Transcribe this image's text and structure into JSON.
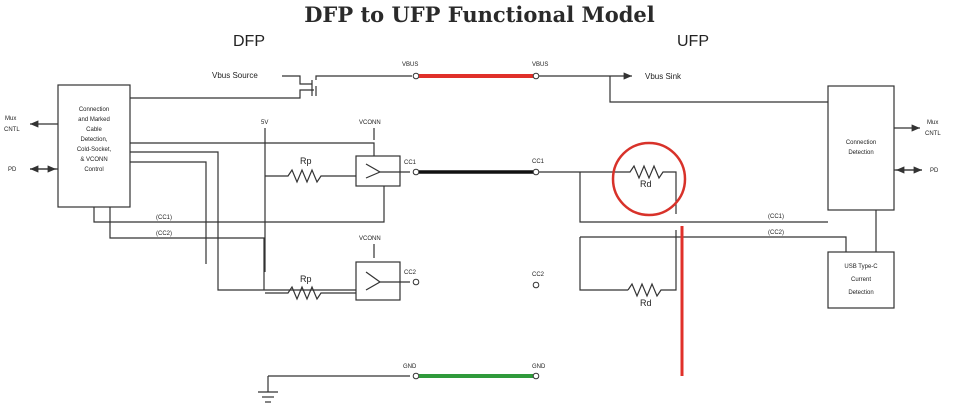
{
  "title": "DFP to UFP Functional Model",
  "dfp_label": "DFP",
  "ufp_label": "UFP",
  "left": {
    "mux_cntl": "Mux CNTL",
    "pd": "PD",
    "control_box": [
      "Connection",
      "and Marked",
      "Cable",
      "Detection,",
      "Cold-Socket,",
      "& VCONN",
      "Control"
    ],
    "vbus_source": "Vbus Source",
    "five_v": "5V",
    "vconn_top": "VCONN",
    "vconn_bottom": "VCONN",
    "rp_top": "Rp",
    "rp_bottom": "Rp",
    "cc1_bus": "(CC1)",
    "cc2_bus": "(CC2)",
    "cc1_pin": "CC1",
    "cc2_pin": "CC2"
  },
  "center": {
    "vbus_left": "VBUS",
    "vbus_right": "VBUS",
    "cc1_right": "CC1",
    "cc2_right": "CC2",
    "gnd_left": "GND",
    "gnd_right": "GND"
  },
  "right": {
    "vbus_sink": "Vbus Sink",
    "rd_top": "Rd",
    "rd_bottom": "Rd",
    "cc1_bus": "(CC1)",
    "cc2_bus": "(CC2)",
    "connection_box": [
      "Connection",
      "Detection"
    ],
    "usb_box": [
      "USB Type-C",
      "Current",
      "Detection"
    ],
    "mux_cntl": "Mux CNTL",
    "pd": "PD"
  },
  "colors": {
    "vbus_wire": "#e0302a",
    "cc1_wire": "#111111",
    "gnd_wire": "#2f9a3b",
    "highlight_circle": "#d8322a",
    "red_marker": "#e0302a"
  }
}
